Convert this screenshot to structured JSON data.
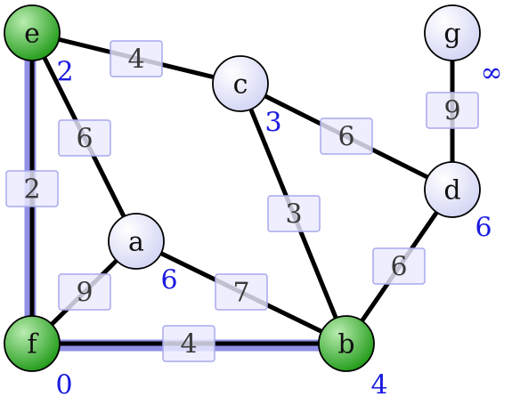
{
  "nodes": [
    {
      "id": "e",
      "label": "e",
      "state": "visited",
      "distance": "2"
    },
    {
      "id": "c",
      "label": "c",
      "state": "unvisited",
      "distance": "3"
    },
    {
      "id": "g",
      "label": "g",
      "state": "unvisited",
      "distance": "∞"
    },
    {
      "id": "d",
      "label": "d",
      "state": "unvisited",
      "distance": "6"
    },
    {
      "id": "a",
      "label": "a",
      "state": "unvisited",
      "distance": "6"
    },
    {
      "id": "f",
      "label": "f",
      "state": "visited",
      "distance": "0"
    },
    {
      "id": "b",
      "label": "b",
      "state": "visited",
      "distance": "4"
    }
  ],
  "edges": [
    {
      "id": "e-c",
      "from": "e",
      "to": "c",
      "weight": "4",
      "in_tree": false
    },
    {
      "id": "e-a",
      "from": "e",
      "to": "a",
      "weight": "6",
      "in_tree": false
    },
    {
      "id": "e-f",
      "from": "e",
      "to": "f",
      "weight": "2",
      "in_tree": true
    },
    {
      "id": "c-d",
      "from": "c",
      "to": "d",
      "weight": "6",
      "in_tree": false
    },
    {
      "id": "c-b",
      "from": "c",
      "to": "b",
      "weight": "3",
      "in_tree": false
    },
    {
      "id": "g-d",
      "from": "g",
      "to": "d",
      "weight": "9",
      "in_tree": false
    },
    {
      "id": "d-b",
      "from": "d",
      "to": "b",
      "weight": "6",
      "in_tree": false
    },
    {
      "id": "a-f",
      "from": "a",
      "to": "f",
      "weight": "9",
      "in_tree": false
    },
    {
      "id": "a-b",
      "from": "a",
      "to": "b",
      "weight": "7",
      "in_tree": false
    },
    {
      "id": "f-b",
      "from": "f",
      "to": "b",
      "weight": "4",
      "in_tree": true
    }
  ],
  "colors": {
    "visited_fill_light": "#b9ecb0",
    "visited_fill_dark": "#1f9a17",
    "unvisited_fill_light": "#ffffff",
    "unvisited_fill_dark": "#d2d4f4",
    "edge": "#000000",
    "tree_highlight": "#8f8fe6",
    "weight_box_fill": "#eaeaff",
    "weight_box_stroke": "#a8a8ee",
    "distance_text": "#1a1ae0"
  }
}
